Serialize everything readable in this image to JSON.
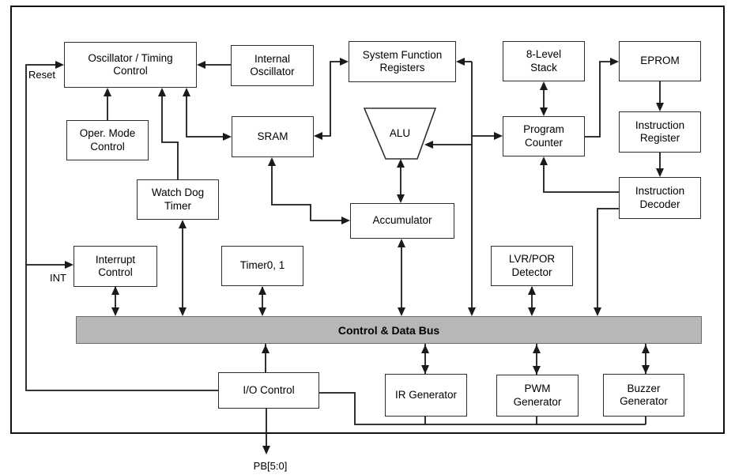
{
  "blocks": {
    "oscillator": {
      "label": "Oscillator / Timing\nControl"
    },
    "internal_oscillator": {
      "label": "Internal\nOscillator"
    },
    "system_function_registers": {
      "label": "System Function\nRegisters"
    },
    "stack": {
      "label": "8-Level\nStack"
    },
    "eprom": {
      "label": "EPROM"
    },
    "oper_mode_control": {
      "label": "Oper. Mode\nControl"
    },
    "sram": {
      "label": "SRAM"
    },
    "alu": {
      "label": "ALU"
    },
    "program_counter": {
      "label": "Program\nCounter"
    },
    "instruction_register": {
      "label": "Instruction\nRegister"
    },
    "watch_dog_timer": {
      "label": "Watch Dog\nTimer"
    },
    "accumulator": {
      "label": "Accumulator"
    },
    "instruction_decoder": {
      "label": "Instruction\nDecoder"
    },
    "interrupt_control": {
      "label": "Interrupt\nControl"
    },
    "timer01": {
      "label": "Timer0, 1"
    },
    "lvr_por_detector": {
      "label": "LVR/POR\nDetector"
    },
    "io_control": {
      "label": "I/O Control"
    },
    "ir_generator": {
      "label": "IR Generator"
    },
    "pwm_generator": {
      "label": "PWM\nGenerator"
    },
    "buzzer_generator": {
      "label": "Buzzer\nGenerator"
    }
  },
  "bus": {
    "label": "Control & Data Bus"
  },
  "pins": {
    "reset": "Reset",
    "int": "INT",
    "pb": "PB[5:0]"
  },
  "colors": {
    "bus_fill": "#b7b7b7",
    "line": "#1a1a1a",
    "box_border": "#2e2e2e",
    "background": "#ffffff"
  },
  "connections": [
    {
      "from": "reset_pin",
      "to": "oscillator",
      "type": "arrow"
    },
    {
      "from": "internal_oscillator",
      "to": "oscillator",
      "type": "arrow"
    },
    {
      "from": "oper_mode_control",
      "to": "oscillator",
      "type": "arrow"
    },
    {
      "from": "watch_dog_timer",
      "to": "oscillator",
      "type": "arrow"
    },
    {
      "from": "oscillator",
      "to": "sram",
      "type": "bidirectional"
    },
    {
      "from": "sram",
      "to": "system_function_registers",
      "type": "bidirectional"
    },
    {
      "from": "sram",
      "to": "accumulator",
      "type": "bidirectional"
    },
    {
      "from": "control_data_bus",
      "to": "system_function_registers",
      "type": "net",
      "also": [
        "alu",
        "program_counter"
      ]
    },
    {
      "from": "alu",
      "to": "accumulator",
      "type": "bidirectional"
    },
    {
      "from": "accumulator",
      "to": "control_data_bus",
      "type": "bidirectional"
    },
    {
      "from": "stack",
      "to": "program_counter",
      "type": "bidirectional"
    },
    {
      "from": "program_counter",
      "to": "eprom",
      "type": "arrow"
    },
    {
      "from": "eprom",
      "to": "instruction_register",
      "type": "arrow"
    },
    {
      "from": "instruction_register",
      "to": "instruction_decoder",
      "type": "arrow"
    },
    {
      "from": "instruction_decoder",
      "to": "program_counter",
      "type": "arrow"
    },
    {
      "from": "instruction_decoder",
      "to": "control_data_bus",
      "type": "arrow"
    },
    {
      "from": "watch_dog_timer",
      "to": "control_data_bus",
      "type": "bidirectional"
    },
    {
      "from": "interrupt_control",
      "to": "control_data_bus",
      "type": "bidirectional"
    },
    {
      "from": "int_pin",
      "to": "interrupt_control",
      "type": "arrow"
    },
    {
      "from": "timer01",
      "to": "control_data_bus",
      "type": "bidirectional"
    },
    {
      "from": "lvr_por_detector",
      "to": "control_data_bus",
      "type": "bidirectional"
    },
    {
      "from": "io_control",
      "to": "control_data_bus",
      "type": "arrow"
    },
    {
      "from": "io_control",
      "to": "pb_port",
      "type": "arrow"
    },
    {
      "from": "io_control",
      "to": "ir_generator",
      "type": "line"
    },
    {
      "from": "io_control",
      "to": "pwm_generator",
      "type": "line"
    },
    {
      "from": "io_control",
      "to": "buzzer_generator",
      "type": "line"
    },
    {
      "from": "io_control",
      "to": "reset_int_line",
      "type": "line"
    },
    {
      "from": "ir_generator",
      "to": "control_data_bus",
      "type": "bidirectional"
    },
    {
      "from": "pwm_generator",
      "to": "control_data_bus",
      "type": "bidirectional"
    },
    {
      "from": "buzzer_generator",
      "to": "control_data_bus",
      "type": "bidirectional"
    }
  ]
}
